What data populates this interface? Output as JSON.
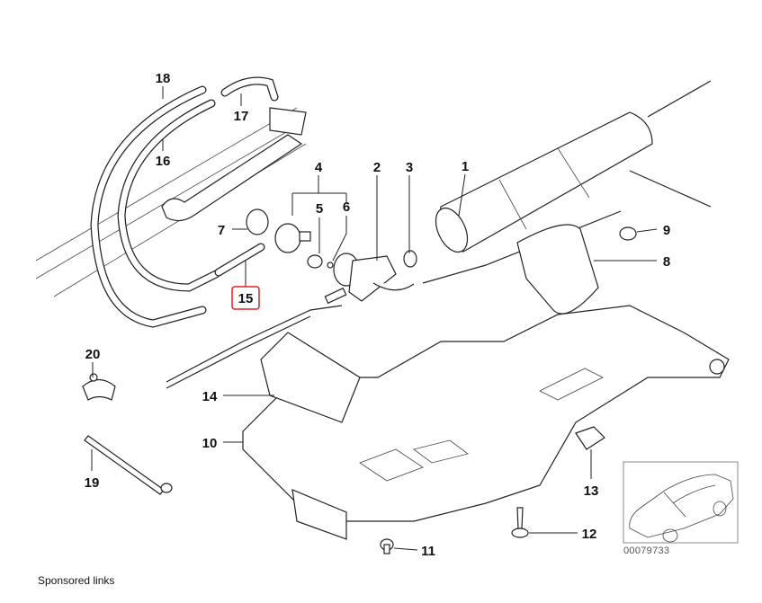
{
  "diagram": {
    "callouts": [
      {
        "number": "1",
        "highlighted": false
      },
      {
        "number": "2",
        "highlighted": false
      },
      {
        "number": "3",
        "highlighted": false
      },
      {
        "number": "4",
        "highlighted": false
      },
      {
        "number": "5",
        "highlighted": false
      },
      {
        "number": "6",
        "highlighted": false
      },
      {
        "number": "7",
        "highlighted": false
      },
      {
        "number": "8",
        "highlighted": false
      },
      {
        "number": "9",
        "highlighted": false
      },
      {
        "number": "10",
        "highlighted": false
      },
      {
        "number": "11",
        "highlighted": false
      },
      {
        "number": "12",
        "highlighted": false
      },
      {
        "number": "13",
        "highlighted": false
      },
      {
        "number": "14",
        "highlighted": false
      },
      {
        "number": "15",
        "highlighted": true
      },
      {
        "number": "16",
        "highlighted": false
      },
      {
        "number": "17",
        "highlighted": false
      },
      {
        "number": "18",
        "highlighted": false
      },
      {
        "number": "19",
        "highlighted": false
      },
      {
        "number": "20",
        "highlighted": false
      }
    ],
    "highlight_color": "#e02020",
    "image_number": "00079733"
  },
  "footer": {
    "sponsored_links": "Sponsored links"
  }
}
